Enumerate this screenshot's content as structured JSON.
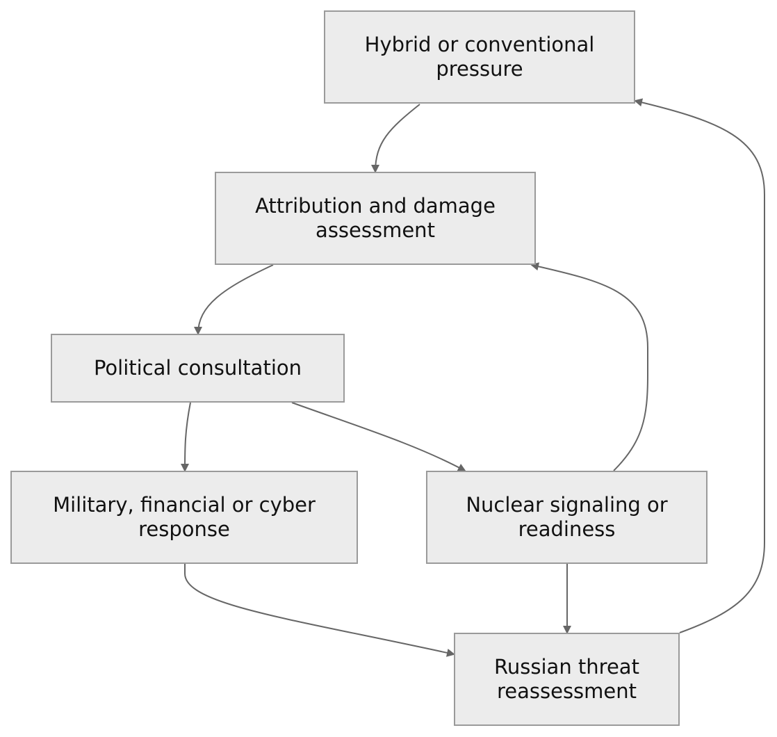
{
  "diagram": {
    "type": "flowchart",
    "nodes": {
      "hybrid": "Hybrid or conventional pressure",
      "attribution": "Attribution and damage assessment",
      "political": "Political consultation",
      "military": "Military, financial or cyber response",
      "nuclear": "Nuclear signaling or readiness",
      "russian": "Russian threat reassessment"
    },
    "edges": [
      {
        "from": "hybrid",
        "to": "attribution"
      },
      {
        "from": "attribution",
        "to": "political"
      },
      {
        "from": "political",
        "to": "military"
      },
      {
        "from": "political",
        "to": "nuclear"
      },
      {
        "from": "nuclear",
        "to": "attribution"
      },
      {
        "from": "military",
        "to": "russian"
      },
      {
        "from": "nuclear",
        "to": "russian"
      },
      {
        "from": "russian",
        "to": "hybrid"
      }
    ],
    "colors": {
      "node_fill": "#ececec",
      "node_border": "#9a9a9a",
      "edge": "#666666",
      "text": "#111111"
    }
  }
}
